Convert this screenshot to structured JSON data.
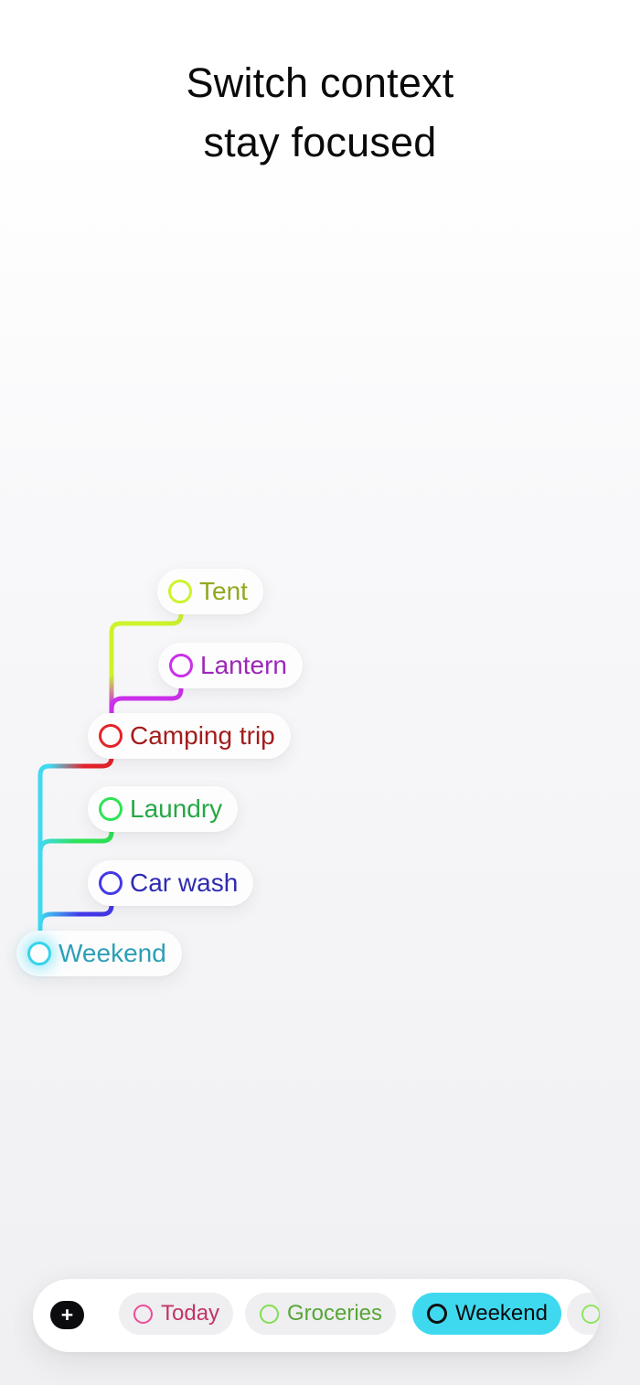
{
  "header": {
    "title": "Switch context\nstay focused"
  },
  "tree": {
    "nodes": [
      {
        "id": "tent",
        "label": "Tent",
        "circle_color": "#cdf32c",
        "text_color": "#93a81c"
      },
      {
        "id": "lantern",
        "label": "Lantern",
        "circle_color": "#cb30ea",
        "text_color": "#9c27b8"
      },
      {
        "id": "camping-trip",
        "label": "Camping trip",
        "circle_color": "#e3242b",
        "text_color": "#a31c1c"
      },
      {
        "id": "laundry",
        "label": "Laundry",
        "circle_color": "#2ee356",
        "text_color": "#27a844"
      },
      {
        "id": "car-wash",
        "label": "Car wash",
        "circle_color": "#4438e8",
        "text_color": "#2f2bb0"
      },
      {
        "id": "weekend",
        "label": "Weekend",
        "circle_color": "#35d3ea",
        "text_color": "#2d9fb5"
      }
    ]
  },
  "connector_colors": {
    "trunk_cyan": "#3fd9f0",
    "camping_red": "#e3242b",
    "laundry_green": "#2ee356",
    "carwash_indigo": "#4438e8",
    "tent_chartreuse": "#cdf32c",
    "lantern_magenta": "#cb30ea"
  },
  "tab_bar": {
    "add_button_label": "+",
    "tabs": [
      {
        "label": "Today",
        "circle_color": "#ee4b94",
        "text_color": "#c13568",
        "selected": false
      },
      {
        "label": "Groceries",
        "circle_color": "#7ee04f",
        "text_color": "#57a637",
        "selected": false
      },
      {
        "label": "Weekend",
        "circle_color": "#111111",
        "text_color": "#0b0b0c",
        "selected": true,
        "selected_bg": "#3fd9ef"
      },
      {
        "label": "",
        "circle_color": "#8de463",
        "text_color": "#57a637",
        "selected": false
      }
    ]
  }
}
